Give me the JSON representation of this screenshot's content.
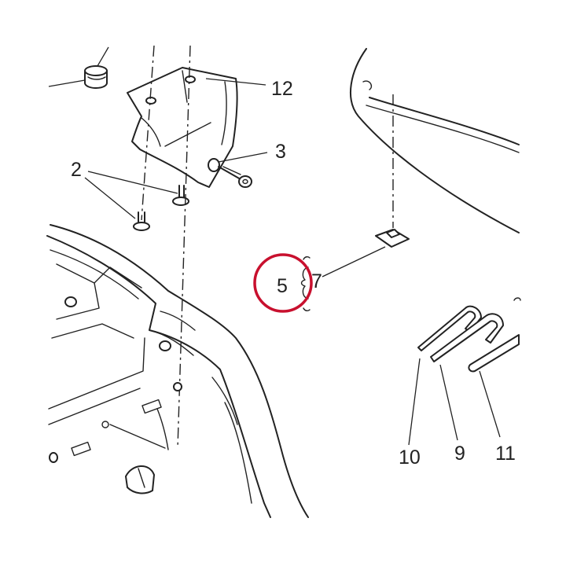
{
  "labels": {
    "p12": "12",
    "p3": "3",
    "p2": "2",
    "p5": "5",
    "p7": "7",
    "p10": "10",
    "p9": "9",
    "p11": "11"
  },
  "colors": {
    "line": "#222222",
    "callout": "#c8102e",
    "background": "#ffffff"
  }
}
